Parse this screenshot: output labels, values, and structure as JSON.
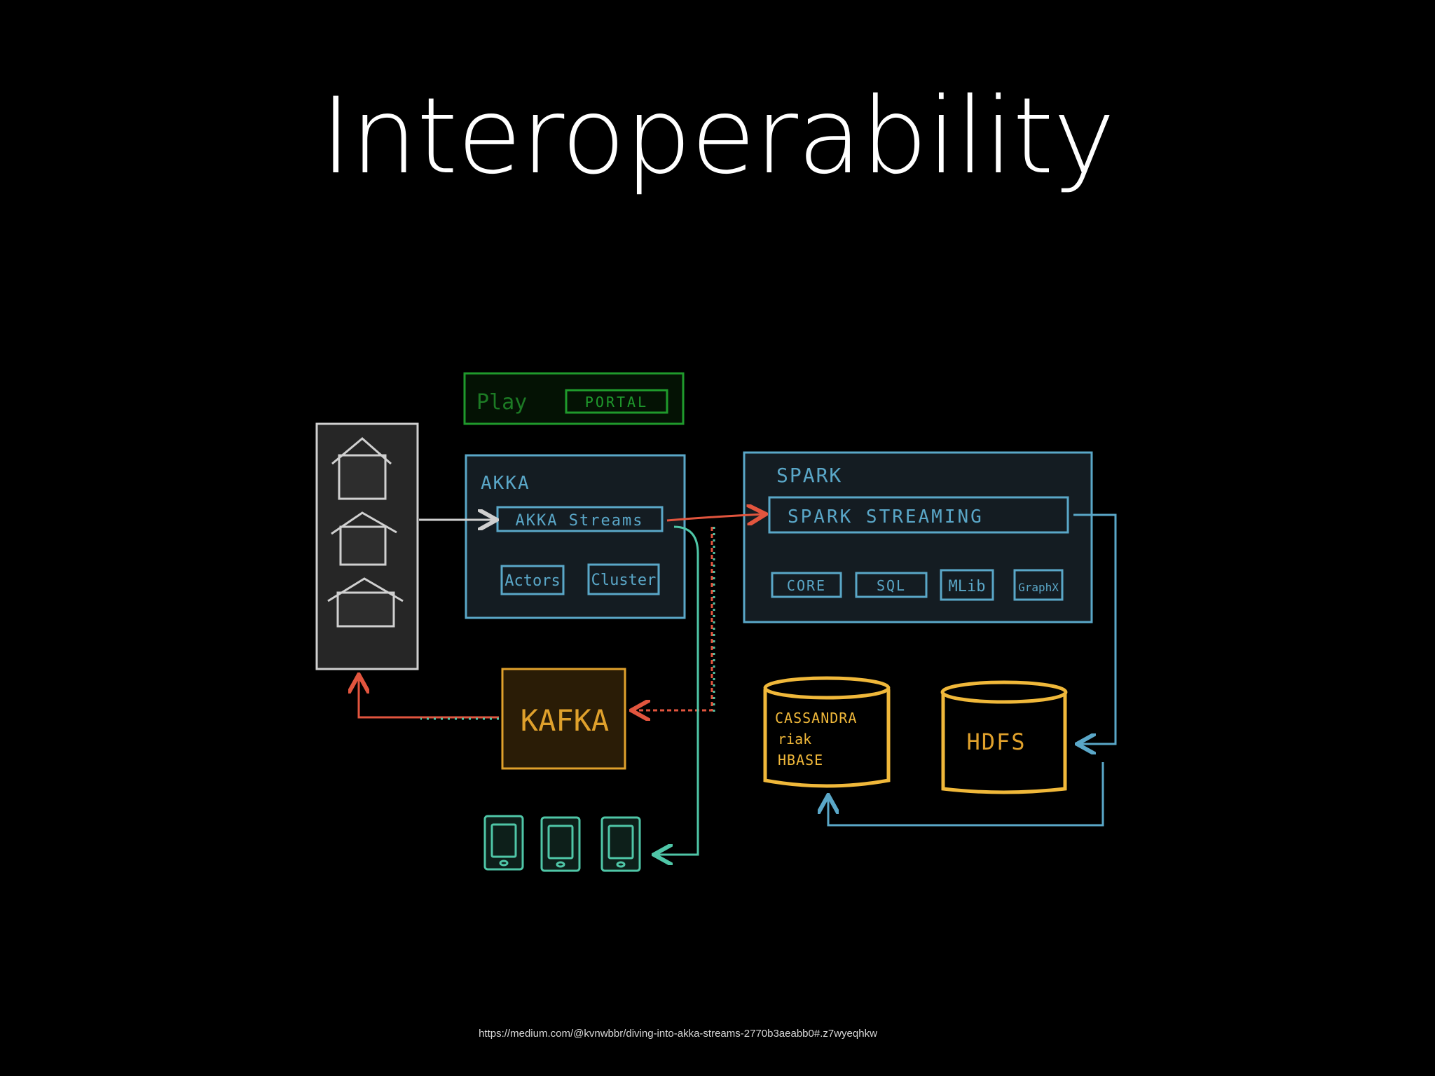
{
  "title": "Interoperability",
  "source_url": "https://medium.com/@kvnwbbr/diving-into-akka-streams-2770b3aeabb0#.z7wyeqhkw",
  "colors": {
    "background": "#000000",
    "play": "#1f9a2c",
    "akka": "#5aa7c8",
    "spark": "#5aa7c8",
    "kafka": "#e0a12c",
    "storage": "#f0b83a",
    "arrow_red": "#e2553e",
    "arrow_teal": "#4fc6a7",
    "arrow_blue": "#5aa7c8",
    "sources": "#cfcfcf"
  },
  "diagram": {
    "play": {
      "label": "Play",
      "portal": "PORTAL"
    },
    "akka": {
      "label": "AKKA",
      "streams": "AKKA Streams",
      "actors": "Actors",
      "cluster": "Cluster"
    },
    "spark": {
      "label": "SPARK",
      "streaming": "SPARK STREAMING",
      "core": "CORE",
      "sql": "SQL",
      "mlib": "MLib",
      "graphx": "GraphX"
    },
    "kafka": {
      "label": "KAFKA"
    },
    "cassandra": {
      "line1": "CASSANDRA",
      "line2": "riak",
      "line3": "HBASE"
    },
    "hdfs": {
      "label": "HDFS"
    },
    "sources": {
      "icon": "house-icon",
      "count": 3
    },
    "devices": {
      "icon": "tablet-icon",
      "count": 3
    }
  }
}
